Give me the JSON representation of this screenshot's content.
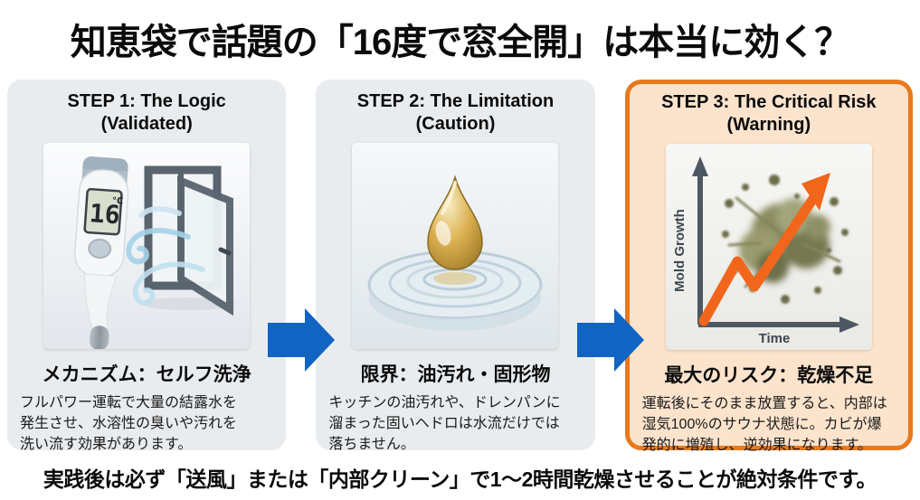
{
  "page": {
    "title": "知恵袋で話題の「16度で窓全開」は本当に効く？",
    "footer": "実践後は必ず「送風」または「内部クリーン」で1〜2時間乾燥させることが絶対条件です。"
  },
  "colors": {
    "arrow_blue": "#1164c2",
    "panel_gray_bg": "#e9ecef",
    "warning_panel_bg": "#fbe3cc",
    "warning_panel_border": "#e8791c",
    "chart_orange": "#f1661b",
    "text_black": "#0b0b0b"
  },
  "steps": [
    {
      "title": "STEP 1: The Logic",
      "subtitle": "(Validated)",
      "image_desc": "digital thermometer reading 16°C beside an open window with wind swirls",
      "thermometer_value": "16",
      "thermometer_unit": "°C",
      "heading": "メカニズム：セルフ洗浄",
      "body_lines": [
        "フルパワー運転で大量の結露水を",
        "発生させ、水溶性の臭いや汚れを",
        "洗い流す効果があります。"
      ]
    },
    {
      "title": "STEP 2: The Limitation",
      "subtitle": "(Caution)",
      "image_desc": "golden oil droplet resting on rippled water in a clear dish",
      "heading": "限界：油汚れ・固形物",
      "body_lines": [
        "キッチンの油汚れや、ドレンパンに",
        "溜まった固いヘドロは水流だけでは",
        "落ちません。"
      ]
    },
    {
      "title": "STEP 3: The Critical Risk",
      "subtitle": "(Warning)",
      "image_desc": "conceptual chart of mold growth rising over time with orange arrow over mold spores",
      "chart_ylabel": "Mold Growth",
      "chart_xlabel": "Time",
      "heading": "最大のリスク：乾燥不足",
      "body_lines": [
        "運転後にそのまま放置すると、内部は",
        "湿気100%のサウナ状態に。カビが爆",
        "発的に増殖し、逆効果になります。"
      ]
    }
  ]
}
